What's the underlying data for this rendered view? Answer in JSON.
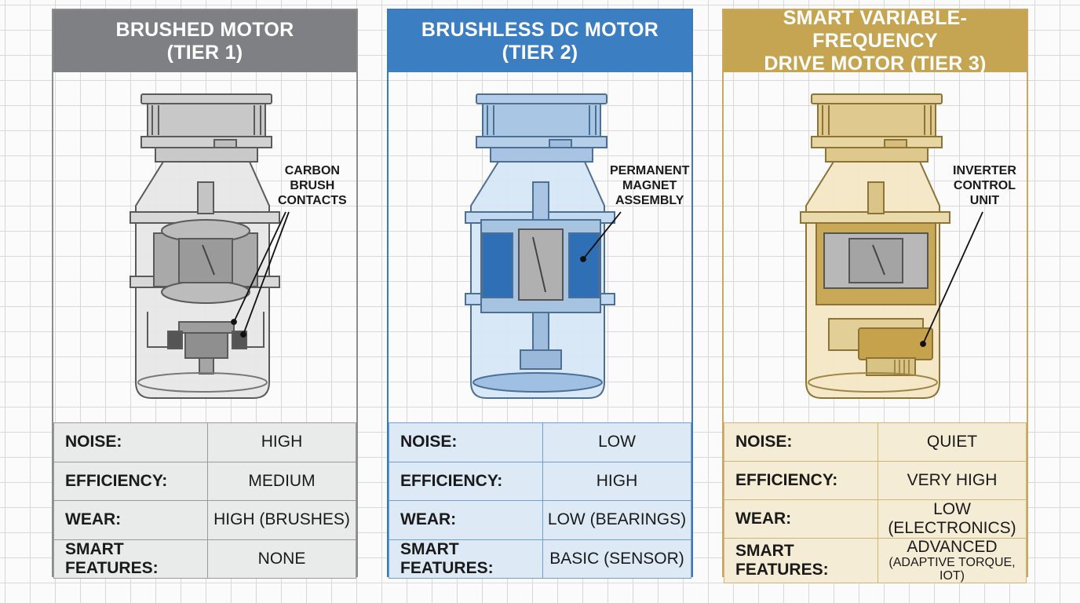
{
  "panels": [
    {
      "title_line1": "BRUSHED MOTOR",
      "title_line2": "(TIER 1)",
      "callout": [
        "CARBON",
        "BRUSH",
        "CONTACTS"
      ],
      "rows": [
        {
          "label": "NOISE:",
          "value": "HIGH"
        },
        {
          "label": "EFFICIENCY:",
          "value": "MEDIUM"
        },
        {
          "label": "WEAR:",
          "value": "HIGH (BRUSHES)"
        },
        {
          "label": "SMART FEATURES:",
          "value": "NONE"
        }
      ]
    },
    {
      "title_line1": "BRUSHLESS DC MOTOR",
      "title_line2": "(TIER 2)",
      "callout": [
        "PERMANENT",
        "MAGNET",
        "ASSEMBLY"
      ],
      "rows": [
        {
          "label": "NOISE:",
          "value": "LOW"
        },
        {
          "label": "EFFICIENCY:",
          "value": "HIGH"
        },
        {
          "label": "WEAR:",
          "value": "LOW (BEARINGS)"
        },
        {
          "label": "SMART FEATURES:",
          "value": "BASIC (SENSOR)"
        }
      ]
    },
    {
      "title_line1": "SMART VARIABLE-FREQUENCY",
      "title_line2": "DRIVE MOTOR (TIER 3)",
      "callout": [
        "INVERTER",
        "CONTROL",
        "UNIT"
      ],
      "rows": [
        {
          "label": "NOISE:",
          "value": "QUIET"
        },
        {
          "label": "EFFICIENCY:",
          "value": "VERY HIGH"
        },
        {
          "label": "WEAR:",
          "value": "LOW (ELECTRONICS)"
        },
        {
          "label": "SMART FEATURES:",
          "value": "ADVANCED",
          "value_sub": "(ADAPTIVE TORQUE, IOT)"
        }
      ]
    }
  ],
  "colors": {
    "tier1": "#7f8083",
    "tier2": "#3c7ec2",
    "tier3": "#c5a552"
  }
}
